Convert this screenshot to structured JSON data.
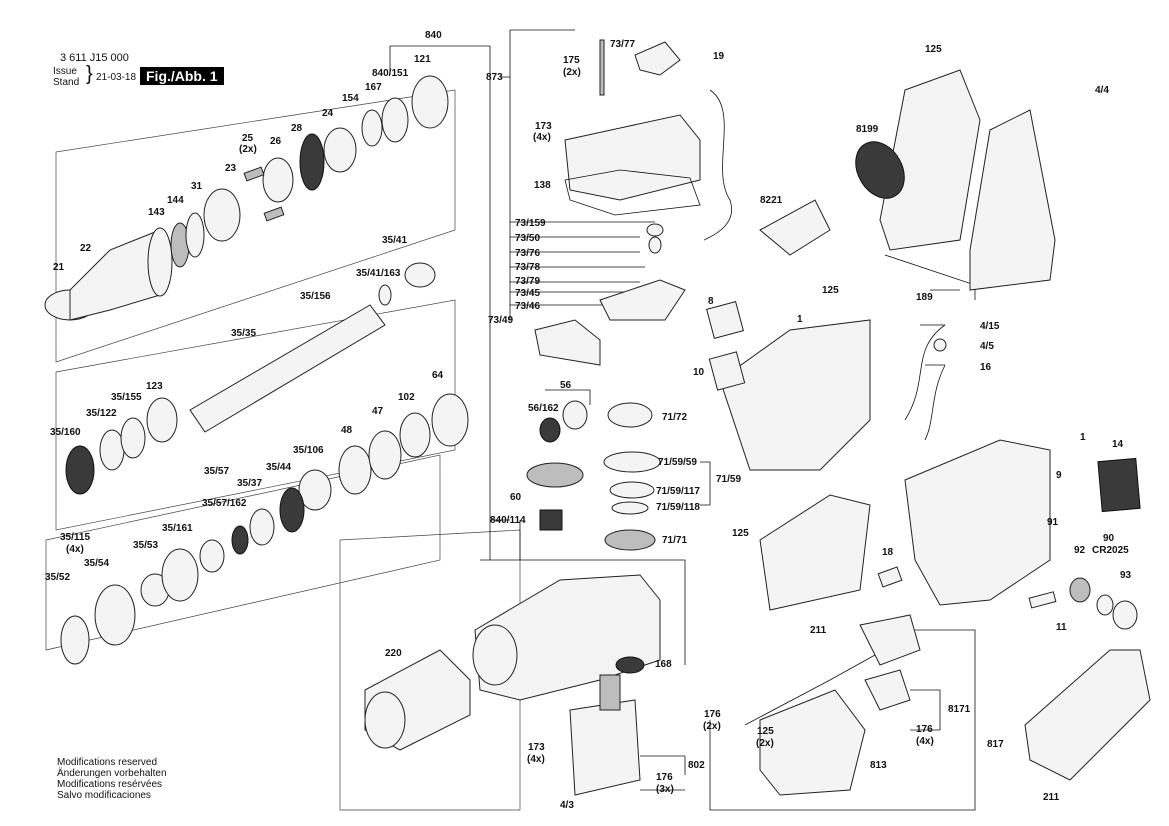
{
  "header": {
    "doc_number": "3 611 J15 000",
    "issue_label": "Issue",
    "stand_label": "Stand",
    "issue_date": "21-03-18",
    "figure_label": "Fig./Abb. 1"
  },
  "notes": [
    "Modifications reserved",
    "Änderungen vorbehalten",
    "Modifications resérvées",
    "Salvo modificaciones"
  ],
  "labels": {
    "l840": "840",
    "l873": "873",
    "l121": "121",
    "l840_151": "840/151",
    "l167": "167",
    "l154": "154",
    "l24": "24",
    "l28": "28",
    "l26": "26",
    "l25": "25",
    "l25b": "(2x)",
    "l23": "23",
    "l31": "31",
    "l144": "144",
    "l143": "143",
    "l22": "22",
    "l21": "21",
    "l35_41": "35/41",
    "l35_41_163": "35/41/163",
    "l35_156": "35/156",
    "l35_35": "35/35",
    "l123": "123",
    "l35_155": "35/155",
    "l35_122": "35/122",
    "l35_160": "35/160",
    "l64": "64",
    "l102": "102",
    "l47": "47",
    "l48": "48",
    "l35_106": "35/106",
    "l35_44": "35/44",
    "l35_57": "35/57",
    "l35_37": "35/37",
    "l35_57_162": "35/57/162",
    "l35_161": "35/161",
    "l35_115": "35/115",
    "l35_115b": "(4x)",
    "l35_53": "35/53",
    "l35_54": "35/54",
    "l35_52": "35/52",
    "l220": "220",
    "l168": "168",
    "l173m": "173",
    "l173mb": "(4x)",
    "l802": "802",
    "l176m": "176",
    "l176mb": "(3x)",
    "l4_3": "4/3",
    "l73_77": "73/77",
    "l175": "175",
    "l175b": "(2x)",
    "l19": "19",
    "l173t": "173",
    "l173tb": "(4x)",
    "l138": "138",
    "l73_159": "73/159",
    "l73_50": "73/50",
    "l73_76": "73/76",
    "l73_78": "73/78",
    "l73_79": "73/79",
    "l73_45": "73/45",
    "l73_46": "73/46",
    "l73_49": "73/49",
    "l56": "56",
    "l56_162": "56/162",
    "l71_72": "71/72",
    "l71_59_59": "71/59/59",
    "l71_59": "71/59",
    "l71_59_117": "71/59/117",
    "l71_59_118": "71/59/118",
    "l60": "60",
    "l840_114": "840/114",
    "l71_71": "71/71",
    "l125a": "125",
    "l4_4": "4/4",
    "l8199": "8199",
    "l8221": "8221",
    "l189": "189",
    "l8": "8",
    "l125b": "125",
    "l1a": "1",
    "l10": "10",
    "l4_15": "4/15",
    "l4_5": "4/5",
    "l16": "16",
    "l1b": "1",
    "l14": "14",
    "l9": "9",
    "l125c": "125",
    "l211a": "211",
    "l18": "18",
    "l91": "91",
    "l92": "92",
    "l90": "90",
    "l90b": "CR2025",
    "l93": "93",
    "l11": "11",
    "l176b": "176",
    "l176bb": "(2x)",
    "l125d": "125",
    "l125db": "(2x)",
    "l8171": "8171",
    "l176c": "176",
    "l176cb": "(4x)",
    "l817": "817",
    "l813": "813",
    "l211b": "211"
  }
}
